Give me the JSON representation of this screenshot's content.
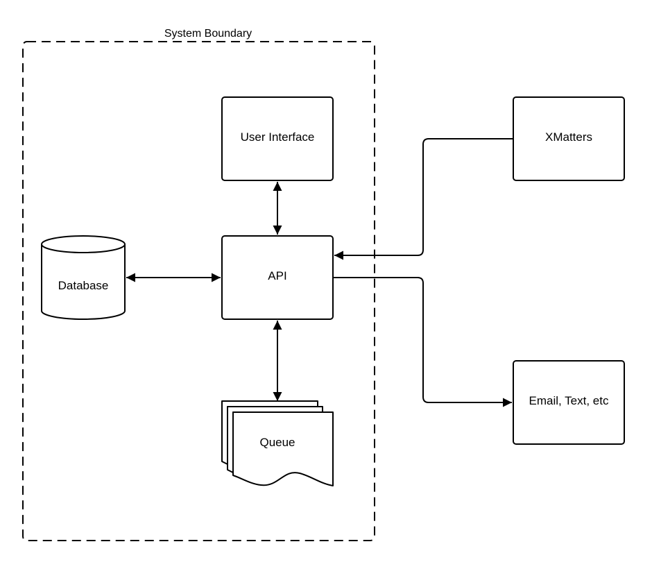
{
  "diagram": {
    "boundary_label": "System Boundary",
    "nodes": {
      "user_interface": "User Interface",
      "api": "API",
      "database": "Database",
      "queue": "Queue",
      "xmatters": "XMatters",
      "email": "Email, Text, etc"
    }
  }
}
